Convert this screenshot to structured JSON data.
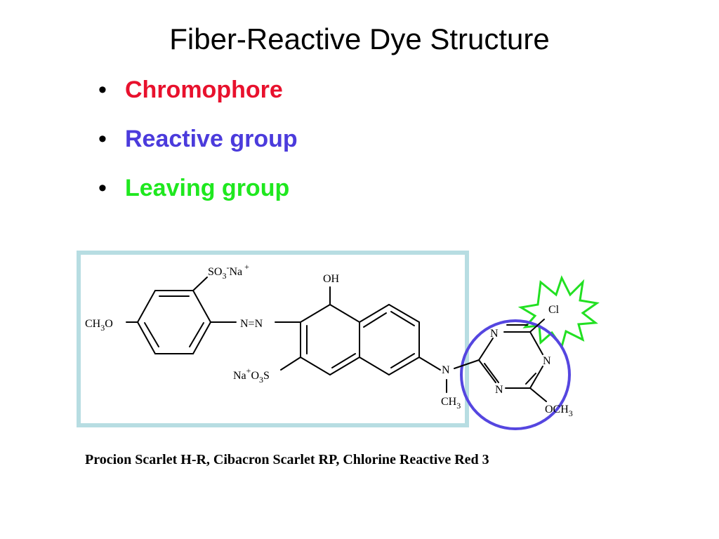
{
  "slide": {
    "title": "Fiber-Reactive Dye Structure",
    "caption": "Procion Scarlet H-R, Cibacron Scarlet RP, Chlorine Reactive Red 3"
  },
  "bullets": [
    {
      "marker": "•",
      "label": "Chromophore",
      "color": "#e8112d"
    },
    {
      "marker": "•",
      "label": "Reactive group",
      "color": "#4b3bdc"
    },
    {
      "marker": "•",
      "label": "Leaving group",
      "color": "#1fe81f"
    }
  ],
  "highlight_colors": {
    "chromophore_box": "#b7dde2",
    "reactive_circle": "#5546e0",
    "leaving_burst": "#22e022"
  },
  "structure_labels": {
    "so3_na": {
      "main1": "SO",
      "sub1": "3",
      "sup1": "-",
      "main2": "Na",
      "sup2": "+"
    },
    "oh": "OH",
    "ch3o": {
      "main1": "CH",
      "sub1": "3",
      "main2": "O"
    },
    "azo": "N=N",
    "na_o3s": {
      "main1": "Na",
      "sup1": "+",
      "main2": "O",
      "sub1": "3",
      "main3": "S"
    },
    "amine_n": "N",
    "n_methyl": {
      "main1": "CH",
      "sub1": "3"
    },
    "triazine_n1": "N",
    "triazine_n2": "N",
    "triazine_n3": "N",
    "cl": "Cl",
    "och3": {
      "main1": "OCH",
      "sub1": "3"
    }
  }
}
